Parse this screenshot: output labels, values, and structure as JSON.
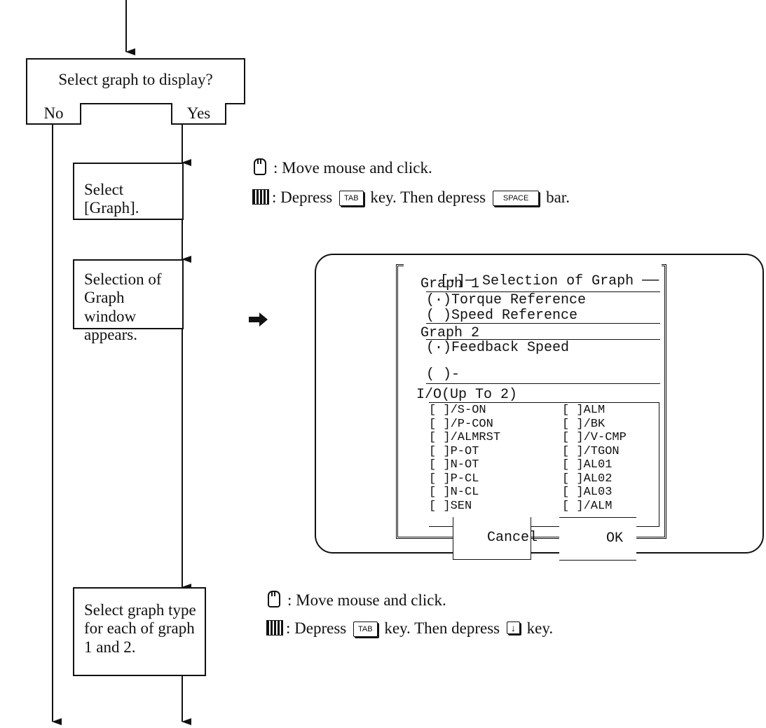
{
  "decision": {
    "question": "Select graph to display?",
    "no": "No",
    "yes": "Yes"
  },
  "steps": [
    {
      "text": "Select [Graph]."
    },
    {
      "text": "Selection of Graph window appears."
    },
    {
      "text": "Select graph type for each of graph 1 and 2."
    }
  ],
  "instructions": {
    "mouse_text": ": Move mouse and click.",
    "kbd1_prefix": ": Depress",
    "kbd1_key1": "TAB",
    "kbd1_mid": "key.  Then depress",
    "kbd1_key2": "SPACE",
    "kbd1_suffix": "bar.",
    "mouse2_text": ": Move mouse and click.",
    "kbd2_prefix": ": Depress",
    "kbd2_key1": "TAB",
    "kbd2_mid": "key.  Then depress",
    "kbd2_key2": "↓",
    "kbd2_suffix": "key."
  },
  "dialog": {
    "title": "Selection of Graph",
    "close_glyph": "[·]",
    "graph1_label": "Graph 1",
    "graph1_options": [
      "(·)Torque Reference",
      "( )Speed Reference"
    ],
    "graph2_label": "Graph 2",
    "graph2_options": [
      "(·)Feedback Speed",
      "( )-"
    ],
    "io_label": "I/O(Up To 2)",
    "io_left": [
      "[ ]/S-ON",
      "[ ]/P-CON",
      "[ ]/ALMRST",
      "[ ]P-OT",
      "[ ]N-OT",
      "[ ]P-CL",
      "[ ]N-CL",
      "[ ]SEN"
    ],
    "io_right": [
      "[ ]ALM",
      "[ ]/BK",
      "[ ]/V-CMP",
      "[ ]/TGON",
      "[ ]AL01",
      "[ ]AL02",
      "[ ]AL03",
      "[ ]/ALM"
    ],
    "cancel": "Cancel",
    "ok": "OK"
  }
}
